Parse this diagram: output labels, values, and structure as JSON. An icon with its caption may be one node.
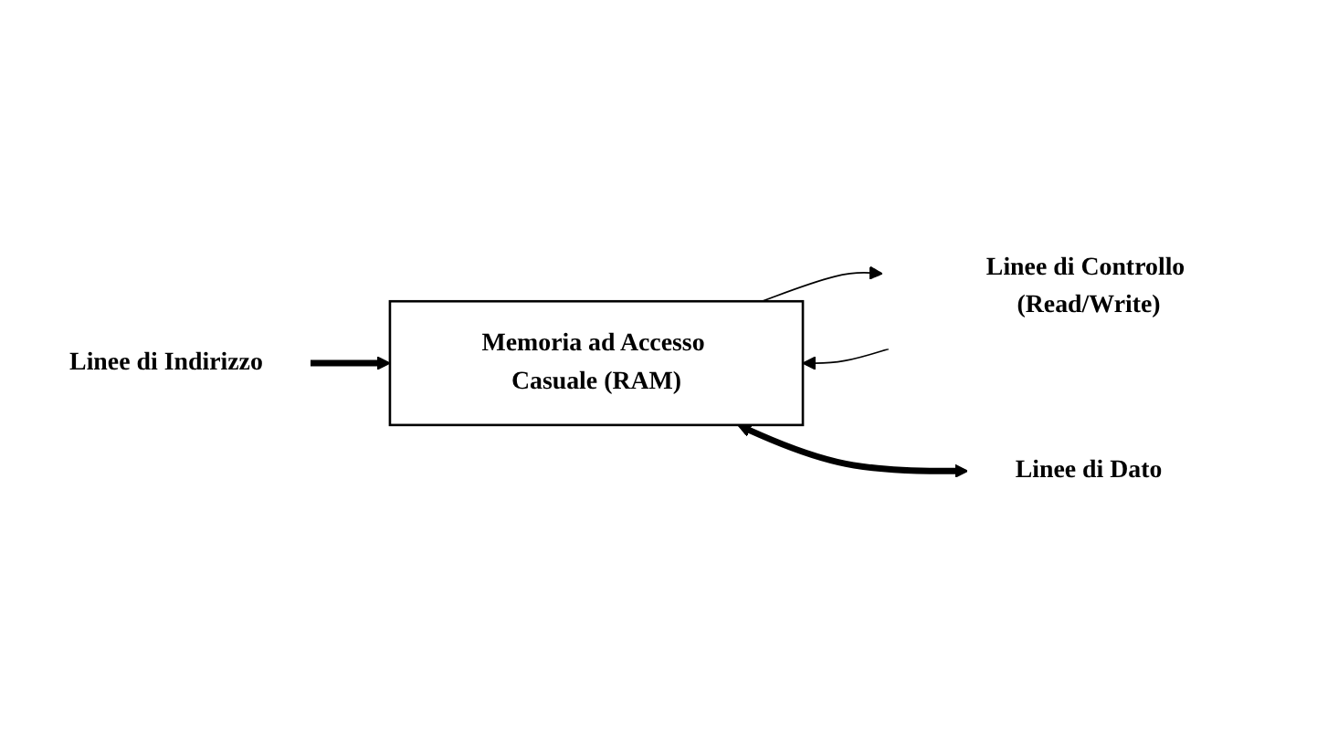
{
  "diagram": {
    "nodes": [
      {
        "text": [
          "Linee di Indirizzo"
        ]
      },
      {
        "text": [
          "Memoria ad Accesso Casuale (RAM)"
        ]
      },
      {
        "text": [
          "Linee di Controllo (Read/Write)"
        ]
      },
      {
        "text": [
          "Linee di Dato"
        ]
      }
    ],
    "edges": [
      {
        "from": 0,
        "to": 1,
        "arrow": "to",
        "style": "thick"
      },
      {
        "from": 1,
        "to": 2,
        "arrow": "to"
      },
      {
        "from": 2,
        "to": 1,
        "arrow": "to"
      },
      {
        "from": 1,
        "to": 3,
        "arrow": "both",
        "style": "thick"
      }
    ]
  }
}
